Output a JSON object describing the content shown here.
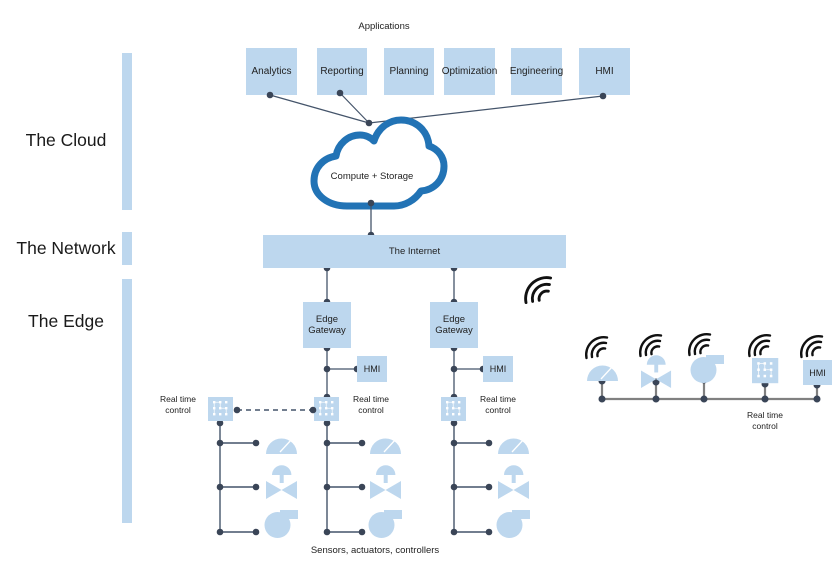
{
  "sections": [
    {
      "label": "The Cloud"
    },
    {
      "label": "The Network"
    },
    {
      "label": "The Edge"
    }
  ],
  "applications": {
    "caption": "Applications",
    "items": [
      {
        "label": "Analytics"
      },
      {
        "label": "Reporting"
      },
      {
        "label": "Planning"
      },
      {
        "label": "Optimization"
      },
      {
        "label": "Engineering"
      },
      {
        "label": "HMI"
      }
    ]
  },
  "cloud": {
    "label": "Compute + Storage"
  },
  "network": {
    "internet_label": "The Internet"
  },
  "edge": {
    "gateway_label": "Edge Gateway",
    "hmi_label": "HMI",
    "rtc_label": "Real time control"
  },
  "footer": {
    "caption": "Sensors, actuators, controllers"
  },
  "icons": {
    "cloud": "cloud-icon",
    "gauge": "gauge-sensor-icon",
    "valve": "valve-actuator-icon",
    "blower": "blower-fan-icon",
    "chip": "realtime-controller-chip-icon",
    "wireless": "wireless-signal-icon"
  },
  "colors": {
    "box_fill": "#BDD7EE",
    "cloud_stroke": "#2273B5",
    "connector": "#44546A",
    "node_dot": "#3A4557",
    "bus_line": "#808080",
    "wireless": "#111111"
  }
}
